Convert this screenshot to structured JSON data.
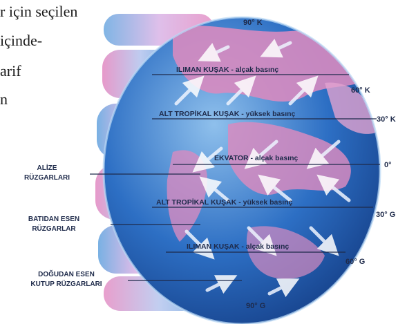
{
  "text_fragments": [
    "r için seçilen",
    "içinde-",
    "arif",
    "n"
  ],
  "latitudes": {
    "north_pole": "90° K",
    "n60": "60° K",
    "n30": "30° K",
    "equator": "0°",
    "s30": "30° G",
    "s60": "60° G",
    "south_pole": "90° G"
  },
  "belts": {
    "n_temperate": "ILIMAN KUŞAK - alçak basınç",
    "n_subtropical": "ALT TROPİKAL KUŞAK - yüksek basınç",
    "equator": "EKVATOR - alçak basınç",
    "s_subtropical": "ALT TROPİKAL KUŞAK - yüksek basınç",
    "s_temperate": "ILIMAN KUŞAK - alçak basınç"
  },
  "wind_labels": {
    "trades_1": "ALİZE",
    "trades_2": "RÜZGARLARI",
    "westerlies_1": "BATIDAN ESEN",
    "westerlies_2": "RÜZGARLAR",
    "polar_1": "DOĞUDAN ESEN",
    "polar_2": "KUTUP RÜZGARLARI"
  },
  "colors": {
    "ocean": "#2d6fc4",
    "land": "#d78bc0",
    "ring_pink": "#e48ec4",
    "ring_blue": "#6aa8e0",
    "label_text": "#1e2a4a"
  }
}
